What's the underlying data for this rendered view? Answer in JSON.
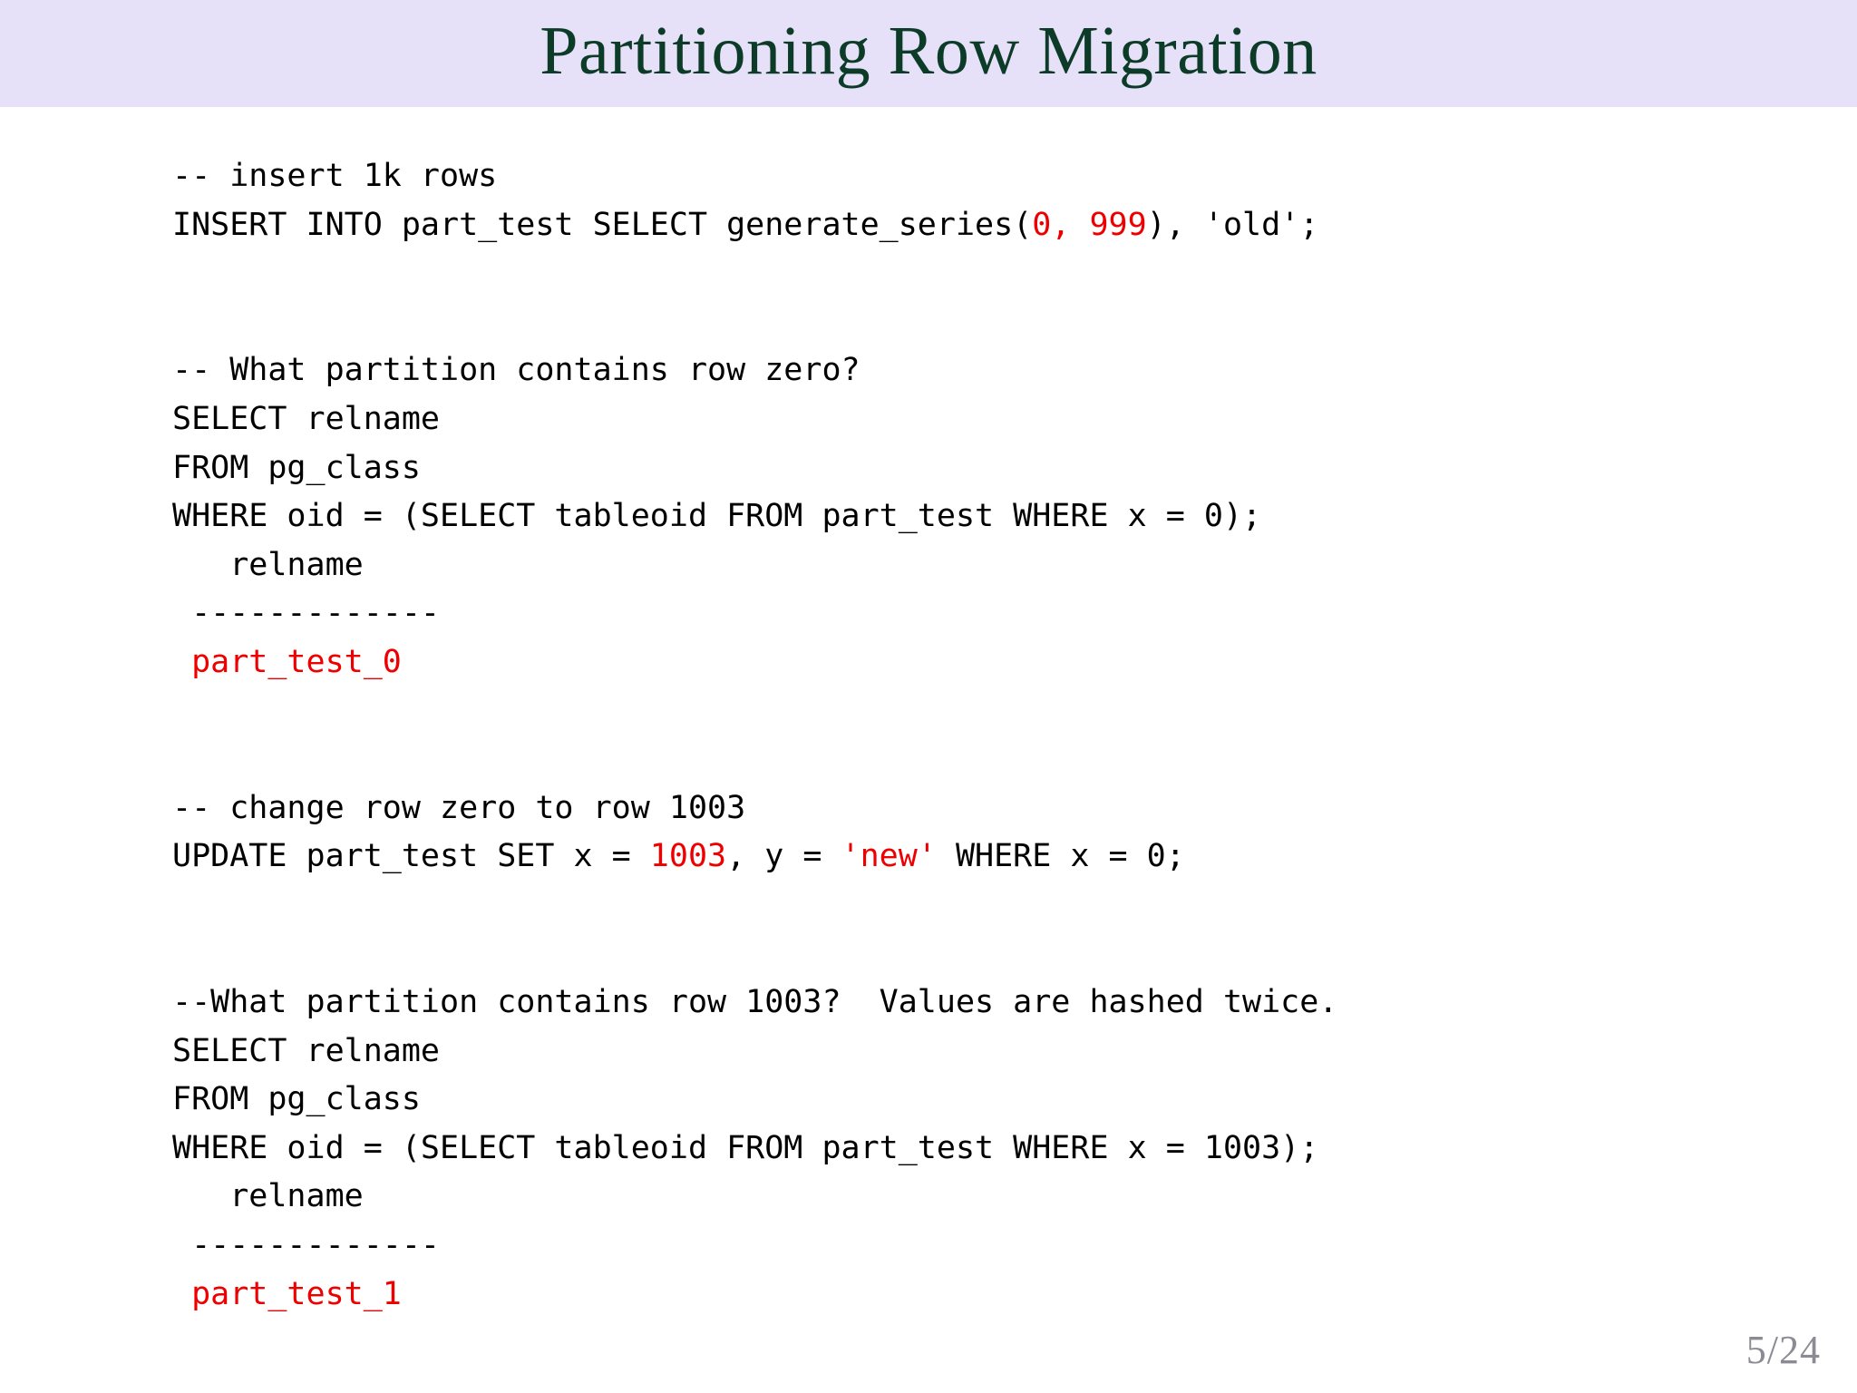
{
  "slide": {
    "title": "Partitioning Row Migration",
    "page_label": "5/24",
    "title_color": "#0c3b28",
    "title_band_color": "#e6e1f8",
    "background_color": "#ffffff",
    "code_text_color": "#000000",
    "code_highlight_color": "#ee0000",
    "page_number_color": "#8b8b94"
  },
  "code": {
    "lines": [
      {
        "id": "line-1",
        "segments": [
          {
            "text": "-- insert 1k rows",
            "color": "black"
          }
        ]
      },
      {
        "id": "line-2",
        "segments": [
          {
            "text": "INSERT INTO part_test SELECT generate_series(",
            "color": "black"
          },
          {
            "text": "0, 999",
            "color": "red"
          },
          {
            "text": "), 'old';",
            "color": "black"
          }
        ]
      },
      {
        "id": "line-3",
        "segments": [
          {
            "text": "",
            "color": "black"
          }
        ]
      },
      {
        "id": "line-4",
        "segments": [
          {
            "text": "",
            "color": "black"
          }
        ]
      },
      {
        "id": "line-5",
        "segments": [
          {
            "text": "-- What partition contains row zero?",
            "color": "black"
          }
        ]
      },
      {
        "id": "line-6",
        "segments": [
          {
            "text": "SELECT relname",
            "color": "black"
          }
        ]
      },
      {
        "id": "line-7",
        "segments": [
          {
            "text": "FROM pg_class",
            "color": "black"
          }
        ]
      },
      {
        "id": "line-8",
        "segments": [
          {
            "text": "WHERE oid = (SELECT tableoid FROM part_test WHERE x = 0);",
            "color": "black"
          }
        ]
      },
      {
        "id": "line-9",
        "segments": [
          {
            "text": "   relname",
            "color": "black"
          }
        ]
      },
      {
        "id": "line-10",
        "segments": [
          {
            "text": " -------------",
            "color": "black"
          }
        ]
      },
      {
        "id": "line-11",
        "segments": [
          {
            "text": " part_test_0",
            "color": "red"
          }
        ]
      },
      {
        "id": "line-12",
        "segments": [
          {
            "text": "",
            "color": "black"
          }
        ]
      },
      {
        "id": "line-13",
        "segments": [
          {
            "text": "",
            "color": "black"
          }
        ]
      },
      {
        "id": "line-14",
        "segments": [
          {
            "text": "-- change row zero to row 1003",
            "color": "black"
          }
        ]
      },
      {
        "id": "line-15",
        "segments": [
          {
            "text": "UPDATE part_test SET x = ",
            "color": "black"
          },
          {
            "text": "1003",
            "color": "red"
          },
          {
            "text": ", y = ",
            "color": "black"
          },
          {
            "text": "'new'",
            "color": "red"
          },
          {
            "text": " WHERE x = 0;",
            "color": "black"
          }
        ]
      },
      {
        "id": "line-16",
        "segments": [
          {
            "text": "",
            "color": "black"
          }
        ]
      },
      {
        "id": "line-17",
        "segments": [
          {
            "text": "",
            "color": "black"
          }
        ]
      },
      {
        "id": "line-18",
        "segments": [
          {
            "text": "--What partition contains row 1003?  Values are hashed twice.",
            "color": "black"
          }
        ]
      },
      {
        "id": "line-19",
        "segments": [
          {
            "text": "SELECT relname",
            "color": "black"
          }
        ]
      },
      {
        "id": "line-20",
        "segments": [
          {
            "text": "FROM pg_class",
            "color": "black"
          }
        ]
      },
      {
        "id": "line-21",
        "segments": [
          {
            "text": "WHERE oid = (SELECT tableoid FROM part_test WHERE x = 1003);",
            "color": "black"
          }
        ]
      },
      {
        "id": "line-22",
        "segments": [
          {
            "text": "   relname",
            "color": "black"
          }
        ]
      },
      {
        "id": "line-23",
        "segments": [
          {
            "text": " -------------",
            "color": "black"
          }
        ]
      },
      {
        "id": "line-24",
        "segments": [
          {
            "text": " part_test_1",
            "color": "red"
          }
        ]
      }
    ]
  }
}
